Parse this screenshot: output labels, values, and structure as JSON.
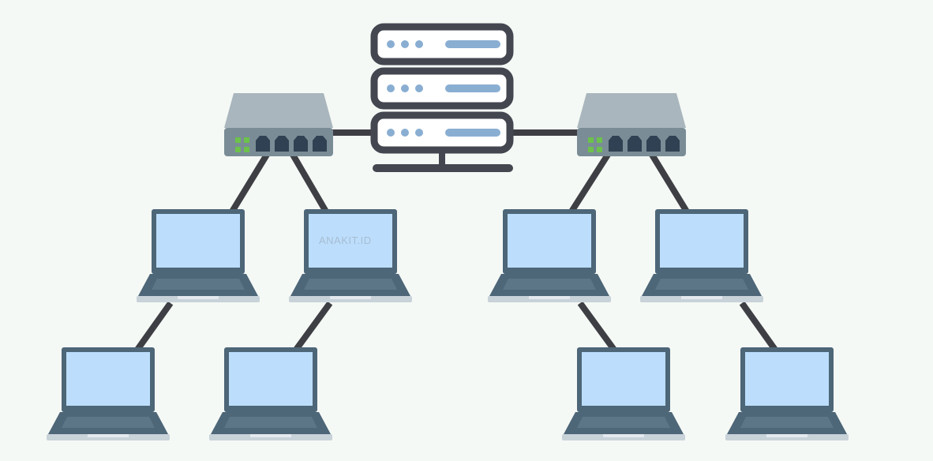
{
  "diagram": {
    "watermark": "ANAKIT.ID",
    "nodes": {
      "server": {
        "type": "server",
        "units": 3
      },
      "switches": [
        {
          "id": "switch-left",
          "ports": 4,
          "leds": 4
        },
        {
          "id": "switch-right",
          "ports": 4,
          "leds": 4
        }
      ],
      "laptops": [
        {
          "id": "laptop-1",
          "tier": 1
        },
        {
          "id": "laptop-2",
          "tier": 1
        },
        {
          "id": "laptop-3",
          "tier": 1
        },
        {
          "id": "laptop-4",
          "tier": 1
        },
        {
          "id": "laptop-5",
          "tier": 2
        },
        {
          "id": "laptop-6",
          "tier": 2
        },
        {
          "id": "laptop-7",
          "tier": 2
        },
        {
          "id": "laptop-8",
          "tier": 2
        }
      ]
    },
    "edges": [
      [
        "server",
        "switch-left"
      ],
      [
        "server",
        "switch-right"
      ],
      [
        "switch-left",
        "laptop-1"
      ],
      [
        "switch-left",
        "laptop-2"
      ],
      [
        "switch-right",
        "laptop-3"
      ],
      [
        "switch-right",
        "laptop-4"
      ],
      [
        "laptop-1",
        "laptop-5"
      ],
      [
        "laptop-2",
        "laptop-6"
      ],
      [
        "laptop-3",
        "laptop-7"
      ],
      [
        "laptop-4",
        "laptop-8"
      ]
    ],
    "colors": {
      "background": "#f5f9f5",
      "line": "#3e3f44",
      "server_outline": "#444650",
      "server_face": "#ffffff",
      "server_detail": "#8aaed2",
      "switch_top": "#a9b6bd",
      "switch_front": "#7a8d96",
      "switch_port": "#2f4152",
      "switch_led": "#6cc24a",
      "laptop_frame": "#4d6678",
      "laptop_screen": "#bcdefc",
      "laptop_base": "#c8d2d9",
      "laptop_keyboard": "#4d6678"
    }
  }
}
